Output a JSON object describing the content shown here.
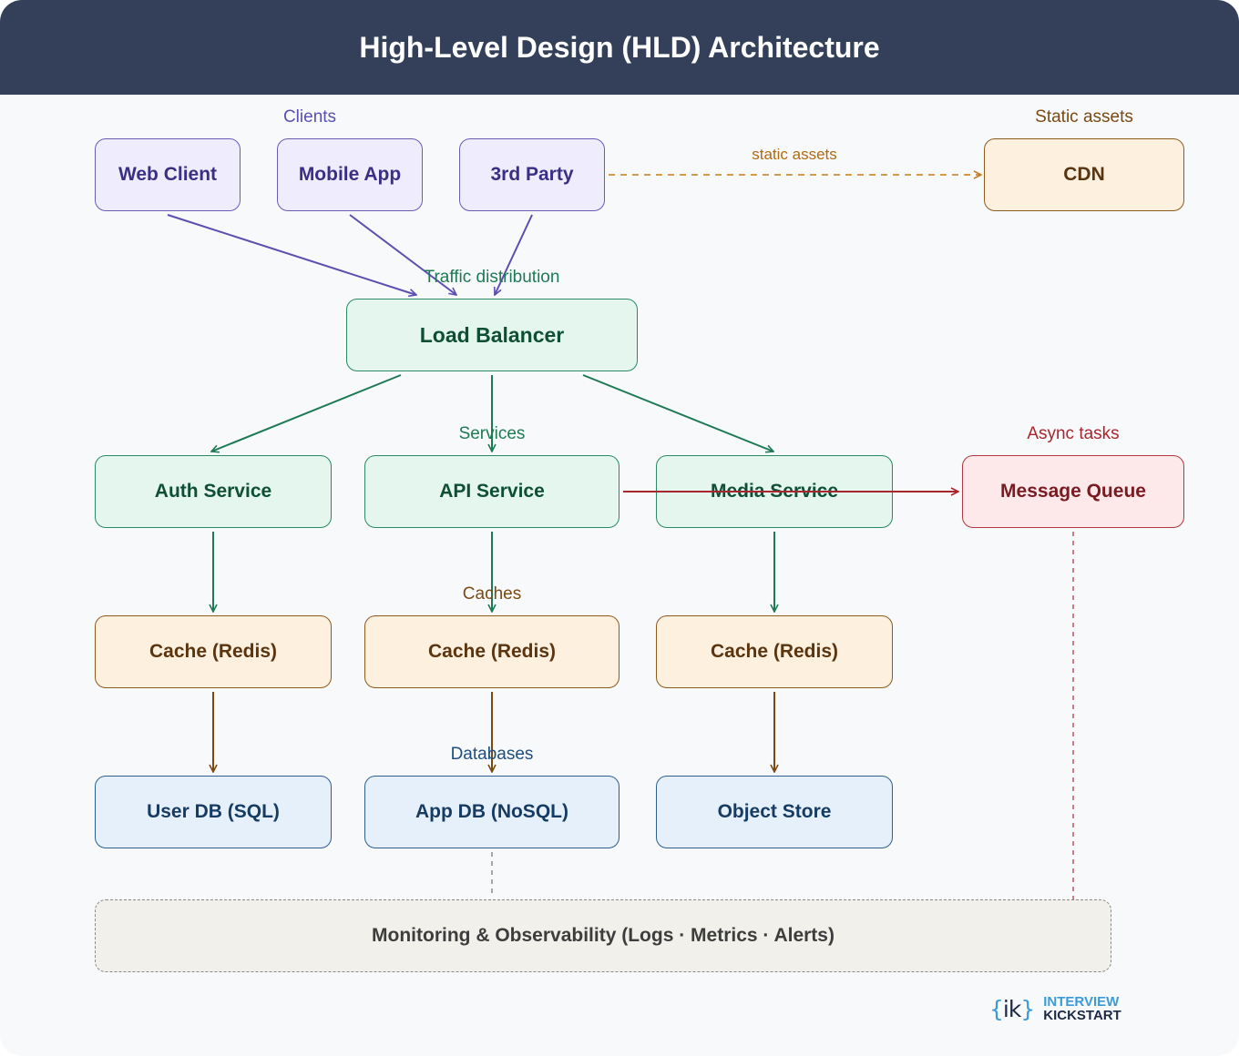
{
  "title": "High-Level Design (HLD) Architecture",
  "groups": {
    "clients": "Clients",
    "static": "Static assets",
    "traffic": "Traffic distribution",
    "services": "Services",
    "async": "Async tasks",
    "caches": "Caches",
    "databases": "Databases"
  },
  "edge_labels": {
    "static_assets": "static assets"
  },
  "nodes": {
    "web_client": "Web Client",
    "mobile_app": "Mobile App",
    "third_party": "3rd Party",
    "cdn": "CDN",
    "load_balancer": "Load Balancer",
    "auth_service": "Auth Service",
    "api_service": "API Service",
    "media_service": "Media Service",
    "message_queue": "Message Queue",
    "cache_auth": "Cache (Redis)",
    "cache_api": "Cache (Redis)",
    "cache_media": "Cache (Redis)",
    "user_db": "User DB (SQL)",
    "app_db": "App DB (NoSQL)",
    "object_store": "Object Store",
    "monitoring": "Monitoring & Observability (Logs · Metrics · Alerts)"
  },
  "logo": {
    "mark_open": "{",
    "mark_text": "ik",
    "mark_close": "}",
    "line1": "INTERVIEW",
    "line2": "KICKSTART"
  },
  "colors": {
    "header": "#34405a",
    "client": "#5b4fb0",
    "service": "#1e7a55",
    "cache": "#7a4a12",
    "database": "#1e4f7f",
    "queue": "#a8262e",
    "cdn_edge": "#c47d1a",
    "monitor": "#8a8a8a"
  }
}
